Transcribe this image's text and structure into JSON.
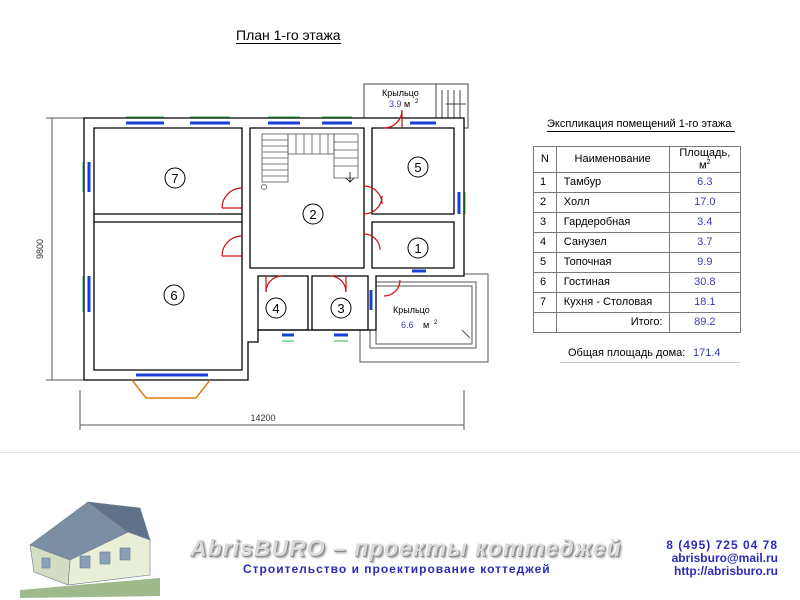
{
  "plan": {
    "title": "План 1-го этажа",
    "porch_top_label": "Крыльцо",
    "porch_top_area": "3.9",
    "porch_bottom_label": "Крыльцо",
    "porch_bottom_area": "6.6",
    "area_unit": "м",
    "dimension_width": "14200",
    "dimension_height": "9800",
    "room_numbers": [
      "1",
      "2",
      "3",
      "4",
      "5",
      "6",
      "7"
    ],
    "colors": {
      "window": "#1a3fd6",
      "door": "#cc1111",
      "bay": "#e07a1a",
      "wall": "#000000"
    }
  },
  "explication": {
    "title": "Экспликация помещений 1-го этажа",
    "headers": {
      "number": "N",
      "name": "Наименование",
      "area": "Площадь, м"
    },
    "rows": [
      {
        "n": "1",
        "name": "Тамбур",
        "area": "6.3"
      },
      {
        "n": "2",
        "name": "Холл",
        "area": "17.0"
      },
      {
        "n": "3",
        "name": "Гардеробная",
        "area": "3.4"
      },
      {
        "n": "4",
        "name": "Санузел",
        "area": "3.7"
      },
      {
        "n": "5",
        "name": "Топочная",
        "area": "9.9"
      },
      {
        "n": "6",
        "name": "Гостиная",
        "area": "30.8"
      },
      {
        "n": "7",
        "name": "Кухня - Столовая",
        "area": "18.1"
      }
    ],
    "total_label": "Итого:",
    "total_value": "89.2",
    "house_total_label": "Общая площадь дома:",
    "house_total_value": "171.4"
  },
  "footer": {
    "brand": "AbrisBURO – проекты коттеджей",
    "tagline": "Строительство и проектирование коттеджей",
    "phone": "8 (495) 725 04 78",
    "email": "abrisburo@mail.ru",
    "website": "http://abrisburo.ru"
  }
}
